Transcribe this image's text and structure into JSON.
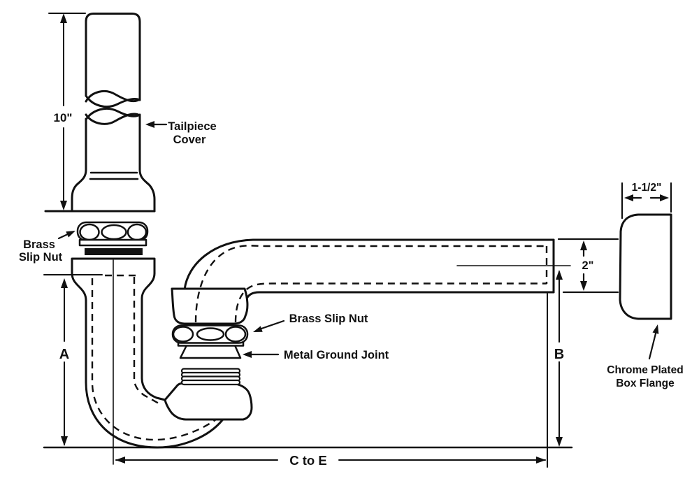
{
  "diagram": {
    "type": "technical-line-drawing",
    "subject": "P-trap plumbing assembly with dimensions",
    "background_color": "#ffffff",
    "line_color": "#111111",
    "labels": {
      "dim_10in": "10\"",
      "tailpiece_cover_line1": "Tailpiece",
      "tailpiece_cover_line2": "Cover",
      "brass_slip_nut_left_line1": "Brass",
      "brass_slip_nut_left_line2": "Slip Nut",
      "dim_a": "A",
      "brass_slip_nut_mid": "Brass Slip Nut",
      "metal_ground_joint": "Metal Ground Joint",
      "dim_b": "B",
      "dim_2in": "2\"",
      "dim_1_1_2in": "1-1/2\"",
      "chrome_flange_line1": "Chrome Plated",
      "chrome_flange_line2": "Box Flange",
      "dim_c_to_e": "C to E"
    }
  }
}
